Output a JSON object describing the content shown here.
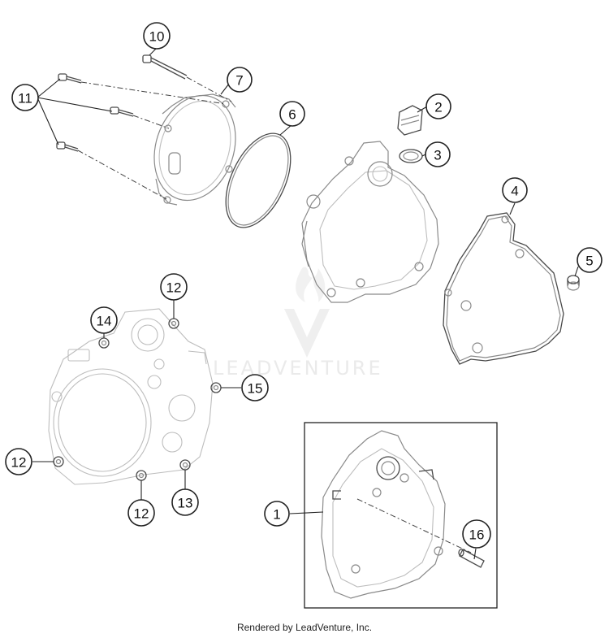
{
  "callouts": {
    "c1": "1",
    "c2": "2",
    "c3": "3",
    "c4": "4",
    "c5": "5",
    "c6": "6",
    "c7": "7",
    "c10": "10",
    "c11": "11",
    "c12a": "12",
    "c12b": "12",
    "c12c": "12",
    "c13": "13",
    "c14": "14",
    "c15": "15",
    "c16": "16"
  },
  "watermark": "LEADVENTURE",
  "footer": "Rendered by LeadVenture, Inc."
}
